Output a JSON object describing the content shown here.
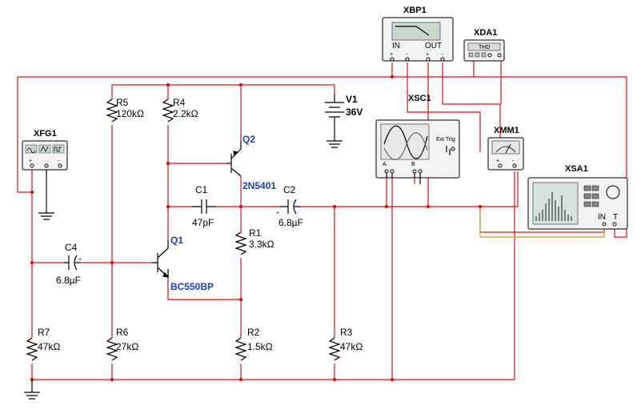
{
  "components": {
    "r5": {
      "ref": "R5",
      "value": "120kΩ"
    },
    "r4": {
      "ref": "R4",
      "value": "2.2kΩ"
    },
    "r1": {
      "ref": "R1",
      "value": "3.3kΩ"
    },
    "r2": {
      "ref": "R2",
      "value": "1.5kΩ"
    },
    "r3": {
      "ref": "R3",
      "value": "47kΩ"
    },
    "r6": {
      "ref": "R6",
      "value": "27kΩ"
    },
    "r7": {
      "ref": "R7",
      "value": "47kΩ"
    },
    "c1": {
      "ref": "C1",
      "value": "47pF"
    },
    "c2": {
      "ref": "C2",
      "value": "6.8µF"
    },
    "c4": {
      "ref": "C4",
      "value": "6.8µF"
    },
    "v1": {
      "ref": "V1",
      "value": "36V"
    },
    "q1": {
      "ref": "Q1",
      "value": "BC550BP"
    },
    "q2": {
      "ref": "Q2",
      "value": "2N5401"
    }
  },
  "instruments": {
    "xbp1": {
      "ref": "XBP1",
      "in": "IN",
      "out": "OUT"
    },
    "xda1": {
      "ref": "XDA1",
      "screen": "THD"
    },
    "xsc1": {
      "ref": "XSC1",
      "ext_trig": "Ext Trig",
      "a": "A",
      "b": "B"
    },
    "xfg1": {
      "ref": "XFG1"
    },
    "xmm1": {
      "ref": "XMM1"
    },
    "xsa1": {
      "ref": "XSA1",
      "in": "IN",
      "t": "T"
    }
  },
  "signs": {
    "plus": "+",
    "minus": "-"
  },
  "colors": {
    "wire": "#dd1111",
    "blue_label": "#1a3fc4",
    "probe_wire": "#c99a2e"
  }
}
